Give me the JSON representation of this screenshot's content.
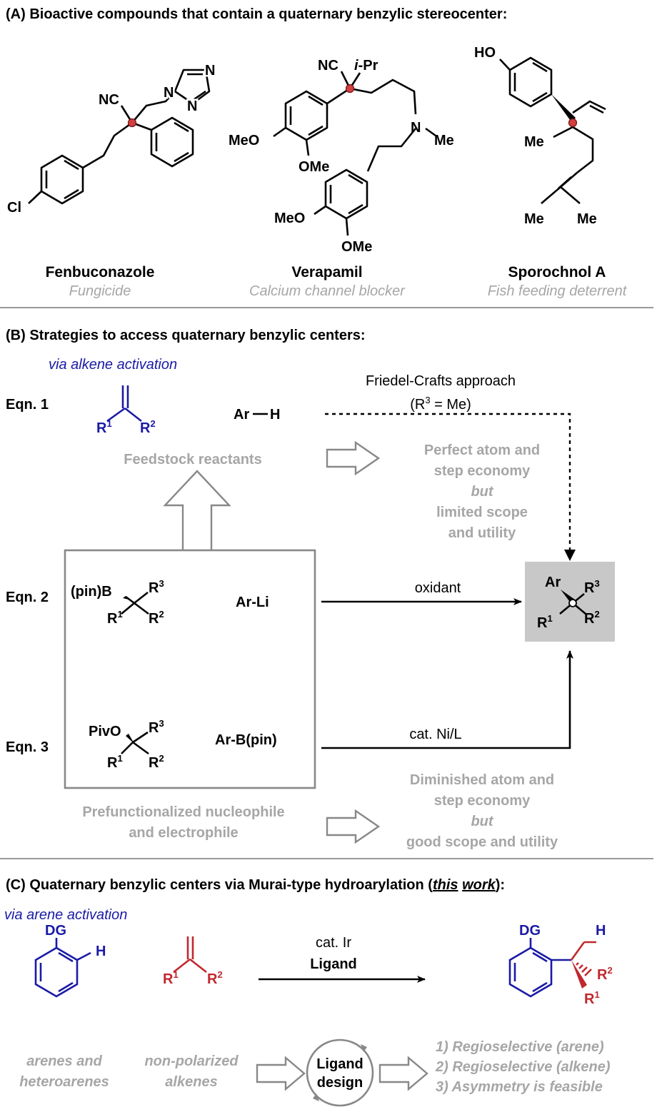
{
  "section_a": {
    "title": "(A) Bioactive compounds that contain a quaternary benzylic stereocenter:",
    "compounds": [
      {
        "name": "Fenbuconazole",
        "use": "Fungicide",
        "labels": {
          "nc": "NC",
          "n1": "N",
          "n2": "N",
          "n3": "N",
          "cl": "Cl"
        }
      },
      {
        "name": "Verapamil",
        "use": "Calcium channel blocker",
        "labels": {
          "nc": "NC",
          "ipr_i": "i",
          "ipr_rest": "-Pr",
          "n": "N",
          "me": "Me",
          "meo1": "MeO",
          "ome1": "OMe",
          "meo2": "MeO",
          "ome2": "OMe"
        }
      },
      {
        "name": "Sporochnol A",
        "use": "Fish feeding deterrent",
        "labels": {
          "ho": "HO",
          "me1": "Me",
          "me2": "Me",
          "me3": "Me"
        }
      }
    ]
  },
  "section_b": {
    "title": "(B) Strategies to access quaternary benzylic centers:",
    "via_label": "via alkene activation",
    "eqn1": {
      "label": "Eqn. 1",
      "r1": "R",
      "r1_sup": "1",
      "r2": "R",
      "r2_sup": "2",
      "arh_ar": "Ar",
      "arh_h": "H"
    },
    "feedstock": "Feedstock reactants",
    "friedel_line1": "Friedel-Crafts approach",
    "friedel_line2_pre": "(R",
    "friedel_line2_sup": "3",
    "friedel_line2_post": " = Me)",
    "perfect": [
      "Perfect atom and",
      "step economy",
      "but",
      "limited scope",
      "and utility"
    ],
    "eqn2": {
      "label": "Eqn. 2",
      "pinb": "(pin)B",
      "r3": "R",
      "r3_sup": "3",
      "r1": "R",
      "r1_sup": "1",
      "r2": "R",
      "r2_sup": "2",
      "reagent": "Ar-Li",
      "arrow_label": "oxidant"
    },
    "eqn3": {
      "label": "Eqn. 3",
      "pivo": "PivO",
      "r3": "R",
      "r3_sup": "3",
      "r1": "R",
      "r1_sup": "1",
      "r2": "R",
      "r2_sup": "2",
      "reagent": "Ar-B(pin)",
      "arrow_label": "cat. Ni/L"
    },
    "product": {
      "ar": "Ar",
      "r3": "R",
      "r3_sup": "3",
      "r1": "R",
      "r1_sup": "1",
      "r2": "R",
      "r2_sup": "2"
    },
    "prefunc": [
      "Prefunctionalized nucleophile",
      "and electrophile"
    ],
    "diminished": [
      "Diminished atom and",
      "step economy",
      "but",
      "good scope and utility"
    ]
  },
  "section_c": {
    "title_pre": "(C) Quaternary benzylic centers via Murai-type hydroarylation (",
    "title_this": "this",
    "title_work": "work",
    "title_post": "):",
    "via_label": "via arene activation",
    "arene": {
      "dg": "DG",
      "h": "H"
    },
    "alkene": {
      "r1": "R",
      "r1_sup": "1",
      "r2": "R",
      "r2_sup": "2"
    },
    "catalyst": "cat. Ir",
    "ligand": "Ligand",
    "product": {
      "dg": "DG",
      "h": "H",
      "r2": "R",
      "r2_sup": "2",
      "r1": "R",
      "r1_sup": "1"
    },
    "arenes_label": [
      "arenes and",
      "heteroarenes"
    ],
    "alkenes_label": [
      "non-polarized",
      "alkenes"
    ],
    "ligand_design": [
      "Ligand",
      "design"
    ],
    "outcomes": [
      "1) Regioselective (arene)",
      "2) Regioselective (alkene)",
      "3) Asymmetry is feasible"
    ]
  },
  "colors": {
    "blue": "#1a1aa6",
    "red": "#c0282d",
    "gray": "#a6a6a6",
    "box_fill": "#c8c8c8"
  }
}
